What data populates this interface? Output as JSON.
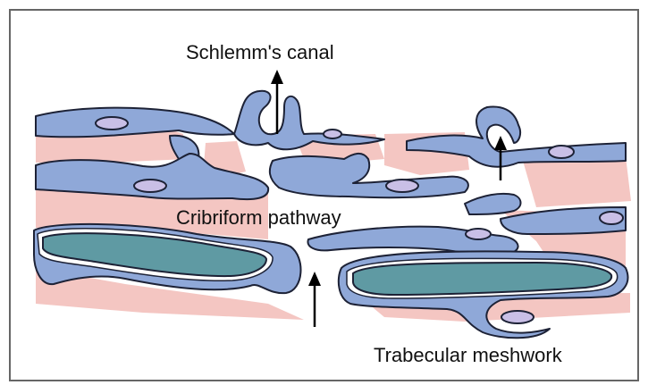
{
  "labels": {
    "top": "Schlemm's canal",
    "middle": "Cribriform pathway",
    "bottom": "Trabecular meshwork"
  },
  "colors": {
    "tissue_pink": "#f4c6c2",
    "cell_blue": "#8fa8d8",
    "nucleus_lilac": "#c9bfe6",
    "beam_teal": "#5f9aa3",
    "outline": "#1d2236",
    "border": "#666666"
  },
  "icons": [
    "flow-arrow-icon"
  ]
}
